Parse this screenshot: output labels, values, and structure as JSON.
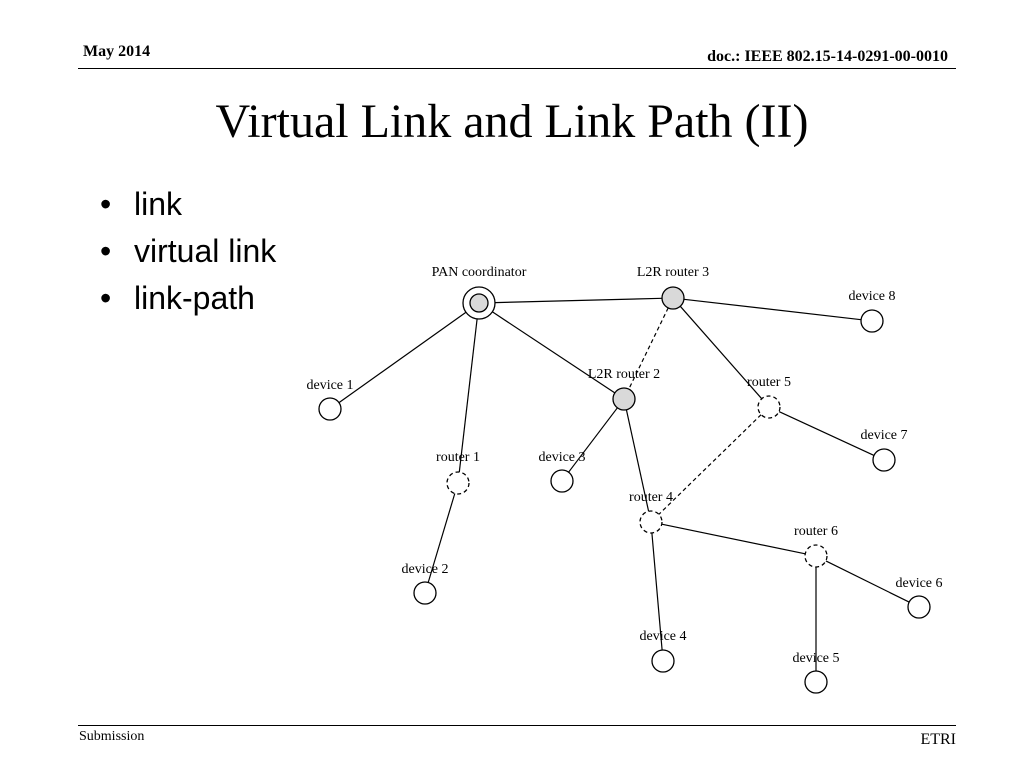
{
  "header": {
    "date": "May 2014",
    "doc": "doc.: IEEE 802.15-14-0291-00-0010"
  },
  "title": "Virtual Link and Link Path (II)",
  "bullets": [
    "link",
    "virtual link",
    "link-path"
  ],
  "diagram": {
    "nodes": [
      {
        "id": "pan",
        "label": "PAN coordinator",
        "kind": "coordinator"
      },
      {
        "id": "l2r3",
        "label": "L2R router 3",
        "kind": "l2r-router"
      },
      {
        "id": "dev8",
        "label": "device 8",
        "kind": "device"
      },
      {
        "id": "dev1",
        "label": "device 1",
        "kind": "device"
      },
      {
        "id": "l2r2",
        "label": "L2R router 2",
        "kind": "l2r-router"
      },
      {
        "id": "r5",
        "label": "router 5",
        "kind": "router"
      },
      {
        "id": "r1",
        "label": "router 1",
        "kind": "router"
      },
      {
        "id": "dev3",
        "label": "device 3",
        "kind": "device"
      },
      {
        "id": "dev7",
        "label": "device 7",
        "kind": "device"
      },
      {
        "id": "r4",
        "label": "router 4",
        "kind": "router"
      },
      {
        "id": "r6",
        "label": "router 6",
        "kind": "router"
      },
      {
        "id": "dev2",
        "label": "device 2",
        "kind": "device"
      },
      {
        "id": "dev6",
        "label": "device 6",
        "kind": "device"
      },
      {
        "id": "dev4",
        "label": "device 4",
        "kind": "device"
      },
      {
        "id": "dev5",
        "label": "device 5",
        "kind": "device"
      }
    ],
    "edges": [
      {
        "from": "pan",
        "to": "l2r3",
        "style": "solid"
      },
      {
        "from": "pan",
        "to": "dev1",
        "style": "solid"
      },
      {
        "from": "pan",
        "to": "r1",
        "style": "solid"
      },
      {
        "from": "pan",
        "to": "l2r2",
        "style": "solid"
      },
      {
        "from": "l2r3",
        "to": "dev8",
        "style": "solid"
      },
      {
        "from": "l2r3",
        "to": "r5",
        "style": "solid"
      },
      {
        "from": "l2r3",
        "to": "l2r2",
        "style": "dashed"
      },
      {
        "from": "r5",
        "to": "dev7",
        "style": "solid"
      },
      {
        "from": "r5",
        "to": "r4",
        "style": "dashed"
      },
      {
        "from": "l2r2",
        "to": "dev3",
        "style": "solid"
      },
      {
        "from": "l2r2",
        "to": "r4",
        "style": "solid"
      },
      {
        "from": "r1",
        "to": "dev2",
        "style": "solid"
      },
      {
        "from": "r4",
        "to": "r6",
        "style": "solid"
      },
      {
        "from": "r4",
        "to": "dev4",
        "style": "solid"
      },
      {
        "from": "r6",
        "to": "dev6",
        "style": "solid"
      },
      {
        "from": "r6",
        "to": "dev5",
        "style": "solid"
      }
    ]
  },
  "footer": {
    "left": "Submission",
    "right": "ETRI"
  },
  "colors": {
    "l2r_fill": "#d9d9d9",
    "stroke": "#000000",
    "background": "#ffffff"
  }
}
